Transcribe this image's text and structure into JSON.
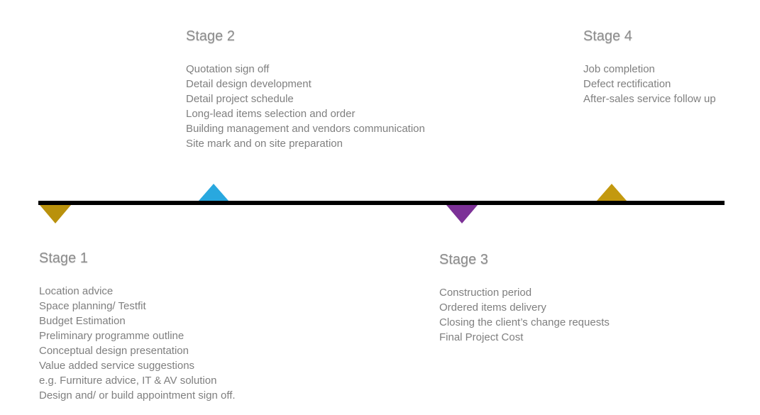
{
  "timeline": {
    "line_color": "#000000"
  },
  "colors": {
    "heading_text": "#8c8c8c",
    "body_text": "#7f7f7f"
  },
  "stages": [
    {
      "title": "Stage 1",
      "position": "below-line-left",
      "marker_direction": "down",
      "marker_color": "#b9910c",
      "items": [
        "Location advice",
        "Space planning/ Testfit",
        "Budget Estimation",
        "Preliminary programme outline",
        "Conceptual design presentation",
        "Value added service suggestions",
        "e.g. Furniture advice, IT & AV solution",
        "Design and/ or build appointment sign off."
      ]
    },
    {
      "title": "Stage 2",
      "position": "above-line-center-left",
      "marker_direction": "up",
      "marker_color": "#29a8df",
      "items": [
        "Quotation sign off",
        "Detail design development",
        "Detail project schedule",
        "Long-lead items selection and order",
        "Building management and vendors communication",
        "Site mark and on site preparation"
      ]
    },
    {
      "title": "Stage 3",
      "position": "below-line-center-right",
      "marker_direction": "down",
      "marker_color": "#7c3197",
      "items": [
        "Construction period",
        "Ordered items delivery",
        "Closing the client’s change requests",
        "Final Project Cost"
      ]
    },
    {
      "title": "Stage 4",
      "position": "above-line-right",
      "marker_direction": "up",
      "marker_color": "#c3990f",
      "items": [
        "Job completion",
        "Defect rectification",
        "After-sales service follow up"
      ]
    }
  ]
}
